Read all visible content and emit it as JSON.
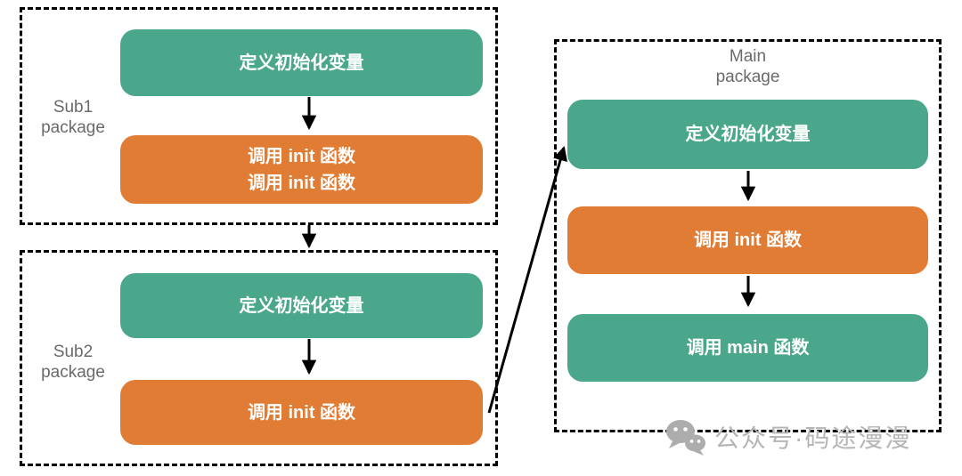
{
  "diagram": {
    "sub1": {
      "label_line1": "Sub1",
      "label_line2": "package",
      "define_vars": "定义初始化变量",
      "call_init_line1": "调用 init 函数",
      "call_init_line2": "调用 init 函数"
    },
    "sub2": {
      "label_line1": "Sub2",
      "label_line2": "package",
      "define_vars": "定义初始化变量",
      "call_init": "调用 init 函数"
    },
    "main": {
      "label_line1": "Main",
      "label_line2": "package",
      "define_vars": "定义初始化变量",
      "call_init": "调用 init 函数",
      "call_main": "调用 main 函数"
    },
    "colors": {
      "node_green": "#4BA78C",
      "node_orange": "#E07C33",
      "arrow_black": "#000000",
      "border_black": "#000000",
      "label_gray": "#6A6A6A"
    }
  },
  "watermark": {
    "icon": "wechat-logo-icon",
    "text": "公众号·码途漫漫",
    "color": "#B5B5B5"
  }
}
